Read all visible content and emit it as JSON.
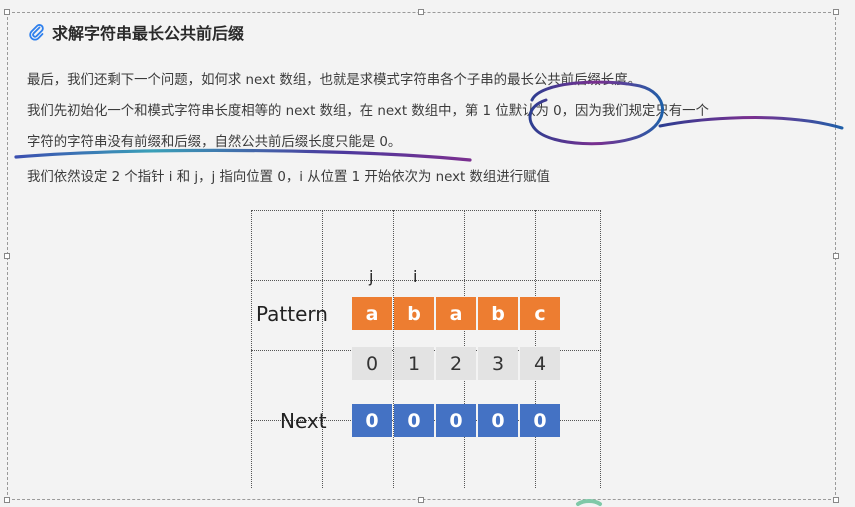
{
  "section": {
    "title": "求解字符串最长公共前后缀",
    "icon": "paperclip-icon"
  },
  "paragraphs": [
    "最后，我们还剩下一个问题，如何求 next 数组，也就是求模式字符串各个子串的最长公共前后缀长度。",
    "我们先初始化一个和模式字符串长度相等的 next 数组，在 next 数组中，第 1 位默认为 0，因为我们规定只有一个",
    "字符的字符串没有前缀和后缀，自然公共前后缀长度只能是 0。",
    "我们依然设定 2 个指针 i 和 j，j 指向位置 0，i 从位置 1 开始依次为 next 数组进行赋值"
  ],
  "diagram": {
    "pointers": [
      "j",
      "i"
    ],
    "pattern_label": "Pattern",
    "pattern": [
      "a",
      "b",
      "a",
      "b",
      "c"
    ],
    "indices": [
      "0",
      "1",
      "2",
      "3",
      "4"
    ],
    "next_label": "Next",
    "next": [
      "0",
      "0",
      "0",
      "0",
      "0"
    ],
    "colors": {
      "pattern": "#ed7d31",
      "index": "#e3e3e3",
      "next": "#4472c4"
    }
  }
}
